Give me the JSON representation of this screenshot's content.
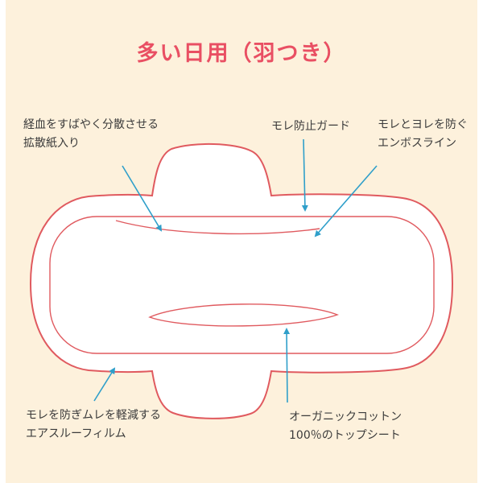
{
  "title": "多い日用（羽つき）",
  "colors": {
    "background": "#fdf1dc",
    "pad_outline": "#e05a5f",
    "pad_fill": "#ffffff",
    "arrow": "#2f9fca",
    "title": "#e94f63",
    "label_text": "#3b3b3b"
  },
  "annotations": [
    {
      "id": "diffusion-paper",
      "lines": [
        "経血をすばやく分散させる",
        "拡散紙入り"
      ]
    },
    {
      "id": "leak-guard",
      "lines": [
        "モレ防止ガード",
        ""
      ]
    },
    {
      "id": "emboss-line",
      "lines": [
        "モレとヨレを防ぐ",
        "エンボスライン"
      ]
    },
    {
      "id": "air-through-film",
      "lines": [
        "モレを防ぎムレを軽減する",
        "エアスルーフィルム"
      ]
    },
    {
      "id": "organic-topsheet",
      "lines": [
        "オーガニックコットン",
        "100％のトップシート"
      ]
    }
  ]
}
